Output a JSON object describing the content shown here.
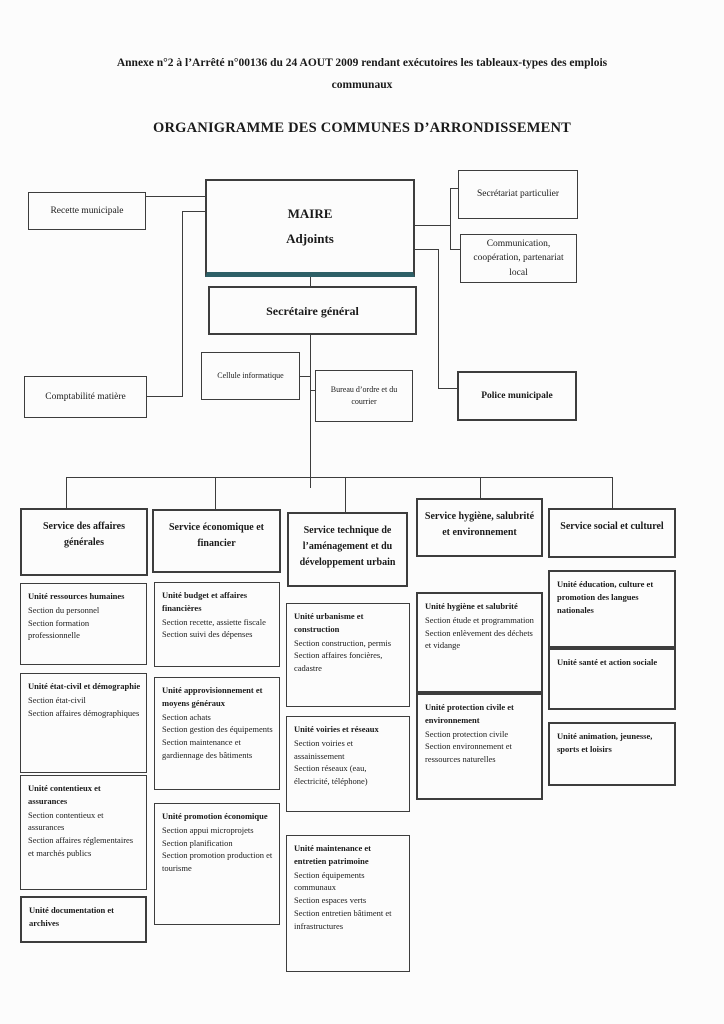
{
  "titles": {
    "annexe": "Annexe n°2 à l’Arrêté n°00136 du 24 AOUT 2009 rendant exécutoires les tableaux-types des emplois communaux",
    "main": "ORGANIGRAMME DES COMMUNES D’ARRONDISSEMENT"
  },
  "top": {
    "maire_line1": "MAIRE",
    "maire_line2": "Adjoints",
    "recette": "Recette municipale",
    "secretariat_particulier": "Secrétariat particulier",
    "communication": "Communication, coopération, partenariat local",
    "secretaire_general": "Secrétaire général",
    "cellule_informatique": "Cellule informatique",
    "bureau_ordre": "Bureau d’ordre et du courrier",
    "police_municipale": "Police municipale",
    "comptabilite_matiere": "Comptabilité matière"
  },
  "services": [
    {
      "header": "Service des affaires générales",
      "units": [
        {
          "title": "Unité ressources humaines",
          "sections": [
            "Section du personnel",
            "Section formation professionnelle"
          ]
        },
        {
          "title": "Unité état-civil et démographie",
          "sections": [
            "Section état-civil",
            "Section affaires démographiques"
          ]
        },
        {
          "title": "Unité contentieux et assurances",
          "sections": [
            "Section contentieux et assurances",
            "Section affaires réglementaires et marchés publics"
          ]
        },
        {
          "title": "Unité documentation et archives",
          "sections": []
        }
      ]
    },
    {
      "header": "Service économique et financier",
      "units": [
        {
          "title": "Unité budget et affaires financières",
          "sections": [
            "Section recette, assiette fiscale",
            "Section suivi des dépenses"
          ]
        },
        {
          "title": "Unité approvisionnement et moyens généraux",
          "sections": [
            "Section achats",
            "Section gestion des équipements",
            "Section maintenance et gardiennage des bâtiments"
          ]
        },
        {
          "title": "Unité promotion économique",
          "sections": [
            "Section appui microprojets",
            "Section planification",
            "Section promotion production et tourisme"
          ]
        }
      ]
    },
    {
      "header": "Service technique de l’aménagement et du développement urbain",
      "units": [
        {
          "title": "Unité urbanisme et construction",
          "sections": [
            "Section construction, permis",
            "Section affaires foncières, cadastre"
          ]
        },
        {
          "title": "Unité voiries et réseaux",
          "sections": [
            "Section voiries et assainissement",
            "Section réseaux (eau, électricité, téléphone)"
          ]
        },
        {
          "title": "Unité maintenance et entretien patrimoine",
          "sections": [
            "Section équipements communaux",
            "Section espaces verts",
            "Section entretien bâtiment et infrastructures"
          ]
        }
      ]
    },
    {
      "header": "Service hygiène, salubrité et environnement",
      "units": [
        {
          "title": "Unité hygiène et salubrité",
          "sections": [
            "Section étude et programmation",
            "Section enlèvement des déchets et vidange"
          ]
        },
        {
          "title": "Unité protection civile et environnement",
          "sections": [
            "Section protection civile",
            "Section environnement et ressources naturelles"
          ]
        }
      ]
    },
    {
      "header": "Service social et culturel",
      "units": [
        {
          "title": "Unité éducation, culture et promotion des langues nationales",
          "sections": []
        },
        {
          "title": "Unité santé et action sociale",
          "sections": []
        },
        {
          "title": "Unité animation, jeunesse, sports et loisirs",
          "sections": []
        }
      ]
    }
  ],
  "colors": {
    "line": "#3d3d3d",
    "maire_shadow_teal": "#2d5f66",
    "background": "#fcfcfc"
  }
}
